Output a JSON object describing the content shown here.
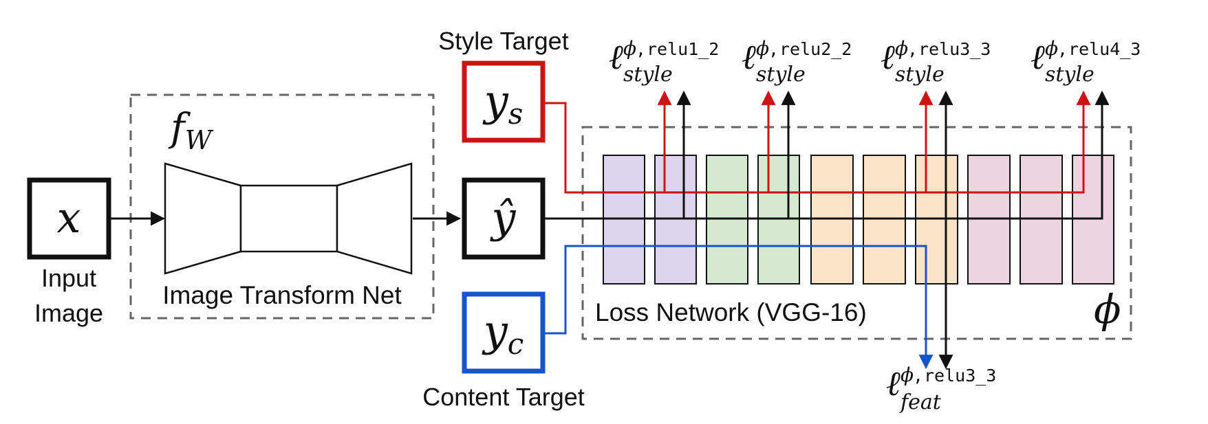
{
  "labels": {
    "style_target": "Style Target",
    "content_target": "Content Target",
    "input_image_line1": "Input",
    "input_image_line2": "Image",
    "transform_net": "Image Transform Net",
    "loss_network": "Loss Network (VGG-16)"
  },
  "symbols": {
    "x": "x",
    "y_hat": "ŷ",
    "y_s_base": "y",
    "y_s_sub": "s",
    "y_c_base": "y",
    "y_c_sub": "c",
    "f_base": "f",
    "f_sub": "W",
    "phi": "ϕ"
  },
  "losses": {
    "ell": "ℓ",
    "phi": "ϕ",
    "style_sub": "style",
    "feat_sub": "feat",
    "style_layers": [
      "relu1_2",
      "relu2_2",
      "relu3_3",
      "relu4_3"
    ],
    "feat_layer": "relu3_3"
  },
  "colors": {
    "style_path": "#cc1414",
    "content_path": "#1455cc",
    "main_path": "#111111",
    "block_purple": "#dcd5ec",
    "block_green": "#d5e8d0",
    "block_orange": "#fbe3c8",
    "block_pink": "#ecd5e0"
  }
}
